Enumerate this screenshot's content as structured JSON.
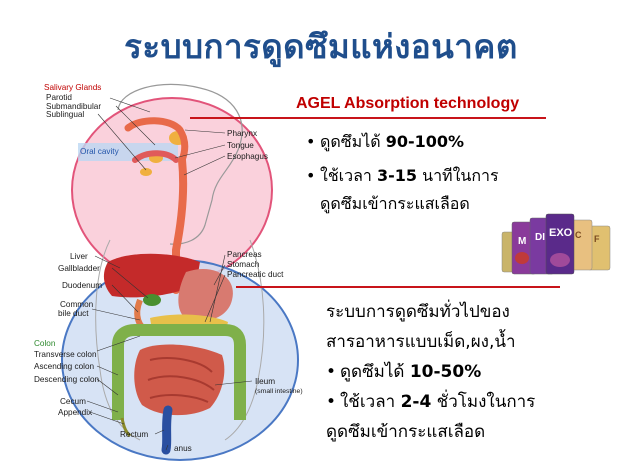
{
  "title": "ระบบการดูดซึมแห่งอนาคต",
  "agel": {
    "heading": "AGEL Absorption technology",
    "bullet1_text": "ดูดซึมได้ ",
    "bullet1_value": "90-100%",
    "bullet2_text": "ใช้เวลา ",
    "bullet2_value": "3-15",
    "bullet2_rest": " นาทีในการ",
    "bullet2_line2": "ดูดซึมเข้ากระแสเลือด"
  },
  "conventional": {
    "heading_line1": "ระบบการดูดซึมทั่วไปของ",
    "heading_line2": "สารอาหารแบบเม็ด,ผง,น้ำ",
    "bullet1_text": "ดูดซึมได้ ",
    "bullet1_value": "10-50%",
    "bullet2_text": "ใช้เวลา ",
    "bullet2_value": "2-4",
    "bullet2_rest": " ชั่วโมงในการ",
    "bullet2_line2": "ดูดซึมเข้ากระแสเลือด"
  },
  "product": {
    "pack_labels": [
      "M",
      "DI",
      "EXO",
      "C",
      "F"
    ]
  },
  "anatomy_labels": {
    "salivary_glands": "Salivary Glands",
    "parotid": "Parotid",
    "submandibular": "Submandibular",
    "sublingual": "Sublingual",
    "oral_cavity": "Oral cavity",
    "pharynx": "Pharynx",
    "tongue": "Tongue",
    "esophagus": "Esophagus",
    "liver": "Liver",
    "gallbladder": "Gallbladder",
    "duodenum": "Duodenum",
    "common_bile_duct_1": "Common",
    "common_bile_duct_2": "bile duct",
    "pancreas": "Pancreas",
    "stomach": "Stomach",
    "pancreatic_duct": "Pancreatic duct",
    "colon": "Colon",
    "transverse_colon": "Transverse colon",
    "ascending_colon": "Ascending colon",
    "descending_colon": "Descending colon",
    "cecum": "Cecum",
    "appendix": "Appendix",
    "rectum": "Rectum",
    "anus": "anus",
    "ileum": "Ileum",
    "small_intestine": "(small intestine)"
  },
  "colors": {
    "title": "#1f4e8c",
    "agel_heading": "#c00000",
    "divider": "#c8141a",
    "upper_circle_fill": "#f9c9d6",
    "lower_circle_fill": "#c9d9f2"
  }
}
